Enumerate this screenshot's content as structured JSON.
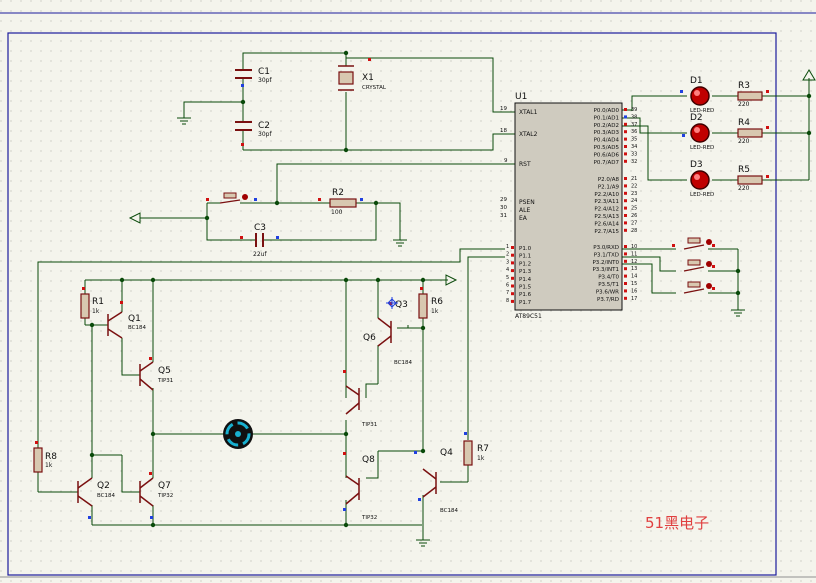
{
  "labels": {
    "c1": "C1",
    "c1_val": "30pf",
    "c2": "C2",
    "c2_val": "30pf",
    "x1": "X1",
    "x1_val": "CRYSTAL",
    "c3": "C3",
    "c3_val": "22uf",
    "r2": "R2",
    "r2_val": "100",
    "u1": "U1",
    "u1_part": "AT89C51",
    "d1": "D1",
    "d1_val": "LED-RED",
    "d2": "D2",
    "d2_val": "LED-RED",
    "d3": "D3",
    "d3_val": "LED-RED",
    "r3": "R3",
    "r3_val": "220",
    "r4": "R4",
    "r4_val": "220",
    "r5": "R5",
    "r5_val": "220",
    "r1": "R1",
    "r1_val": "1k",
    "q1": "Q1",
    "q1_val": "BC184",
    "q5": "Q5",
    "q5_val": "TIP31",
    "q2": "Q2",
    "q2_val": "BC184",
    "q7": "Q7",
    "q7_val": "TIP32",
    "r8": "R8",
    "r8_val": "1k",
    "q3": "Q3",
    "q6": "Q6",
    "q6_val": "BC184",
    "r6": "R6",
    "r6_val": "1k",
    "q8": "Q8",
    "q8_val": "TIP32",
    "tip31_b": "TIP31",
    "q4": "Q4",
    "q4_val": "BC184",
    "r7": "R7",
    "r7_val": "1k",
    "watermark": "51黑电子"
  },
  "pins": {
    "xtal1": "XTAL1",
    "xtal2": "XTAL2",
    "rst": "RST",
    "psen": "PSEN",
    "ale": "ALE",
    "ea": "EA",
    "n19": "19",
    "n18": "18",
    "n9": "9",
    "n29": "29",
    "n30": "30",
    "n31": "31",
    "left_p1": [
      "P1.0",
      "P1.1",
      "P1.2",
      "P1.3",
      "P1.4",
      "P1.5",
      "P1.6",
      "P1.7"
    ],
    "left_p1_num": [
      "1",
      "2",
      "3",
      "4",
      "5",
      "6",
      "7",
      "8"
    ],
    "p0": [
      "P0.0/AD0",
      "P0.1/AD1",
      "P0.2/AD2",
      "P0.3/AD3",
      "P0.4/AD4",
      "P0.5/AD5",
      "P0.6/AD6",
      "P0.7/AD7"
    ],
    "p0_num": [
      "39",
      "38",
      "37",
      "36",
      "35",
      "34",
      "33",
      "32"
    ],
    "p2": [
      "P2.0/A8",
      "P2.1/A9",
      "P2.2/A10",
      "P2.3/A11",
      "P2.4/A12",
      "P2.5/A13",
      "P2.6/A14",
      "P2.7/A15"
    ],
    "p2_num": [
      "21",
      "22",
      "23",
      "24",
      "25",
      "26",
      "27",
      "28"
    ],
    "p3": [
      "P3.0/RXD",
      "P3.1/TXD",
      "P3.2/INT0",
      "P3.3/INT1",
      "P3.4/T0",
      "P3.5/T1",
      "P3.6/WR",
      "P3.7/RD"
    ],
    "p3_num": [
      "10",
      "11",
      "12",
      "13",
      "14",
      "15",
      "16",
      "17"
    ]
  },
  "colors": {
    "background": "#f4f4ec",
    "grid_dot": "#b8b8b0",
    "border": "#1c1c9c",
    "wire": "#0a4a0a",
    "component": "#7a1010",
    "component_fill": "#d8c8b0",
    "chip_fill": "#cfcbbf",
    "text": "#101010",
    "label": "#102010",
    "pin_red": "#d01010",
    "pin_blue": "#2040e0",
    "led": "#c00000",
    "watermark": "#e04040",
    "motor": "#18b0d0"
  }
}
